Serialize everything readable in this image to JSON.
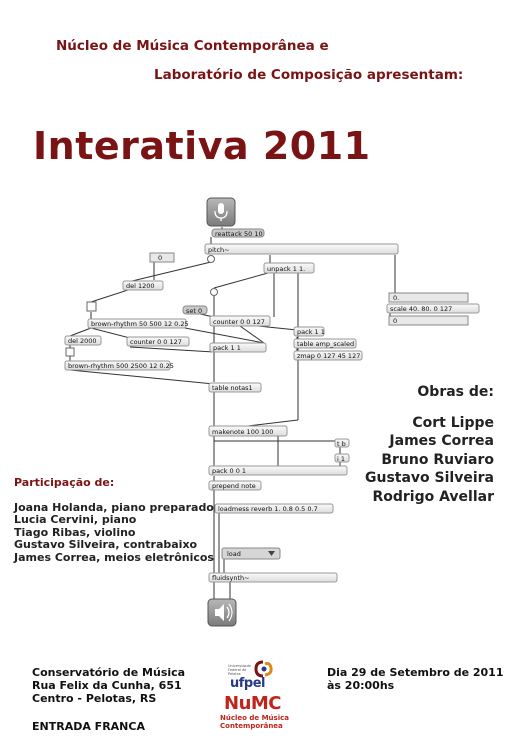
{
  "header": {
    "line1": "Núcleo de Música Contemporânea e",
    "line2": "Laboratório de Composição apresentam:"
  },
  "title": "Interativa 2011",
  "patch": {
    "objects": [
      {
        "id": "reattack",
        "label": "reattack 50 10"
      },
      {
        "id": "pitch",
        "label": "pitch~"
      },
      {
        "id": "num0",
        "label": "0"
      },
      {
        "id": "unpack",
        "label": "unpack 1 1."
      },
      {
        "id": "del1200",
        "label": "del 1200"
      },
      {
        "id": "num0f",
        "label": "0."
      },
      {
        "id": "scale",
        "label": "scale 40. 80. 0 127"
      },
      {
        "id": "num0b",
        "label": "0"
      },
      {
        "id": "set0",
        "label": "set 0"
      },
      {
        "id": "counter1",
        "label": "counter 0 0 127"
      },
      {
        "id": "brown1",
        "label": "brown-rhythm 50 500 12 0.25"
      },
      {
        "id": "pack11a",
        "label": "pack 1 1"
      },
      {
        "id": "del2000",
        "label": "del 2000"
      },
      {
        "id": "counter2",
        "label": "counter 0 0 127"
      },
      {
        "id": "tableamp",
        "label": "table amp_scaled"
      },
      {
        "id": "pack11b",
        "label": "pack 1 1"
      },
      {
        "id": "zmap",
        "label": "zmap 0 127 45 127"
      },
      {
        "id": "brown2",
        "label": "brown-rhythm 500 2500 12 0.25"
      },
      {
        "id": "tablenotas",
        "label": "table notas1"
      },
      {
        "id": "makenote",
        "label": "makenote 100 100"
      },
      {
        "id": "tb",
        "label": "t b"
      },
      {
        "id": "i1",
        "label": "i 1"
      },
      {
        "id": "pack001",
        "label": "pack 0 0 1"
      },
      {
        "id": "prepend",
        "label": "prepend note"
      },
      {
        "id": "loadmess",
        "label": "loadmess reverb 1. 0.8 0.5 0.7"
      },
      {
        "id": "load",
        "label": "load"
      },
      {
        "id": "fluidsynth",
        "label": "fluidsynth~"
      }
    ]
  },
  "obras": {
    "heading": "Obras de:",
    "composers": [
      "Cort Lippe",
      "James Correa",
      "Bruno Ruviaro",
      "Gustavo Silveira",
      "Rodrigo Avellar"
    ]
  },
  "participacao": {
    "heading": "Participação de:",
    "people": [
      "Joana Holanda, piano preparado",
      "Lucia Cervini, piano",
      "Tiago Ribas, violino",
      "Gustavo Silveira, contrabaixo",
      "James Correa, meios eletrônicos"
    ]
  },
  "footer": {
    "address": [
      "Conservatório de Música",
      "Rua Felix da Cunha, 651",
      "Centro - Pelotas, RS"
    ],
    "entry": "ENTRADA FRANCA",
    "date": [
      "Dia 29 de Setembro de 2011",
      "às 20:00hs"
    ]
  },
  "logo": {
    "ufpel_top": "Universidade Federal de Pelotas",
    "ufpel": "ufpel",
    "numc": "NuMC",
    "numc_sub1": "Núcleo de Música",
    "numc_sub2": "Contemporânea"
  },
  "colors": {
    "accent": "#7a1414",
    "text": "#222222",
    "patch_bg": "#f2f2f2",
    "patch_border": "#a8a8a8"
  }
}
